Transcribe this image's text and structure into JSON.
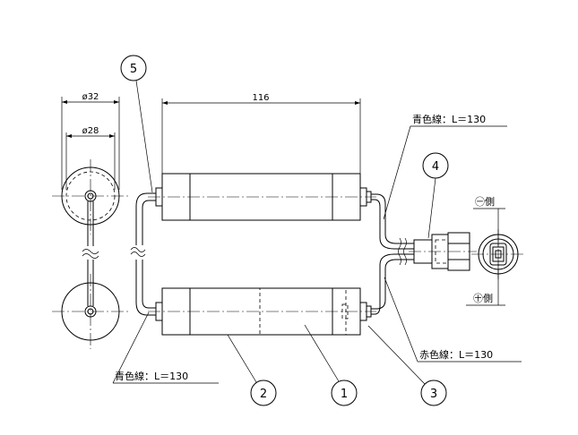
{
  "dimensions": {
    "outer_diameter": "ø32",
    "inner_diameter": "ø28",
    "cell_length": "116"
  },
  "wire_labels": {
    "top_right": "青色線：L＝130",
    "bottom_left": "青色線：L＝130",
    "bottom_right": "赤色線：L＝130"
  },
  "connector_side_labels": {
    "minus": "㊀側",
    "plus": "㊉側"
  },
  "balloons": [
    "1",
    "2",
    "3",
    "4",
    "5"
  ]
}
